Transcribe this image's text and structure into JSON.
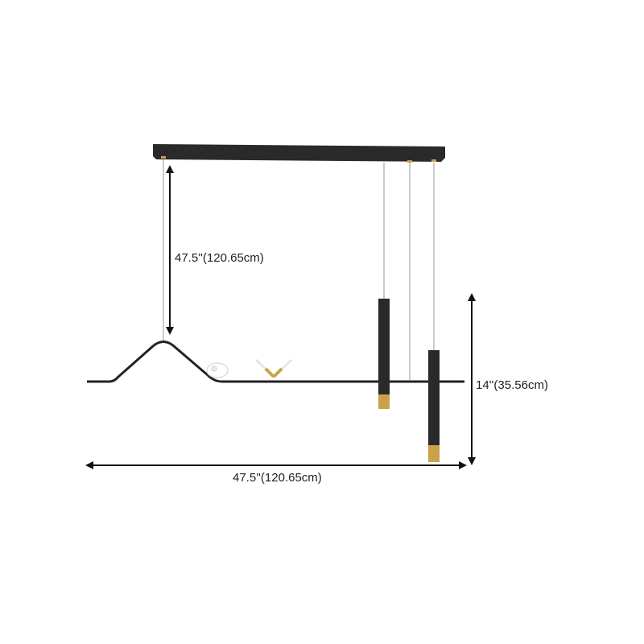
{
  "dimensions": {
    "drop_height": "47.5''(120.65cm)",
    "fixture_height": "14''(35.56cm)",
    "fixture_width": "47.5''(120.65cm)"
  },
  "colors": {
    "fixture": "#222222",
    "brass": "#c9a24a",
    "wire": "#9a9a9a",
    "arrow": "#111111"
  }
}
